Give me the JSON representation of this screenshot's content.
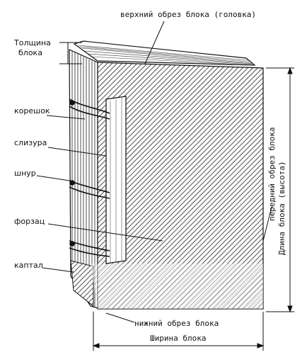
{
  "labels": {
    "top_edge": "верхний обрез блока (головка)",
    "thickness_line1": "Толщина",
    "thickness_line2": "блока",
    "spine": "корешок",
    "mull": "слизура",
    "cord": "шнур",
    "endpaper": "форзац",
    "headband": "каптал",
    "fore_edge": "передний обрез блока",
    "length": "Длина блока (высота)",
    "bottom_edge": "нижний обрез блока",
    "width": "Ширина блока"
  },
  "colors": {
    "ink": "#111111",
    "paper": "#ffffff"
  }
}
